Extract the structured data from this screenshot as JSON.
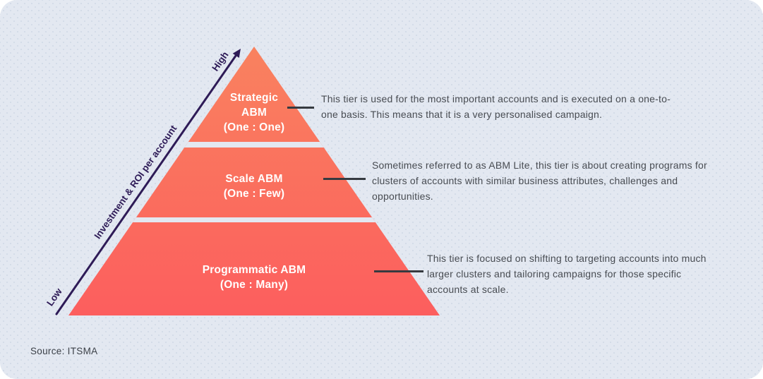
{
  "card": {
    "background_color": "#e3e8f1",
    "source_note": "Source: ITSMA"
  },
  "axis": {
    "title": "Investment & ROI per account",
    "high_label": "High",
    "low_label": "Low",
    "color": "#2e1b57"
  },
  "pyramid": {
    "gradient_top_color": "#f9825f",
    "gradient_bottom_color": "#fc5e5e",
    "label_color": "#ffffff",
    "connector_color": "#363a40",
    "tiers": [
      {
        "name": "Strategic ABM",
        "ratio": "(One : One)",
        "description": "This tier is used for the most important accounts and is executed on a one-to-one basis. This means that it is a very personalised campaign."
      },
      {
        "name": "Scale ABM",
        "ratio": "(One : Few)",
        "description": "Sometimes referred to as ABM Lite, this tier is about creating programs for clusters of accounts with similar business attributes, challenges and opportunities."
      },
      {
        "name": "Programmatic ABM",
        "ratio": "(One : Many)",
        "description": "This tier is focused on shifting to targeting accounts into much larger clusters and tailoring campaigns for those specific accounts at scale."
      }
    ]
  }
}
